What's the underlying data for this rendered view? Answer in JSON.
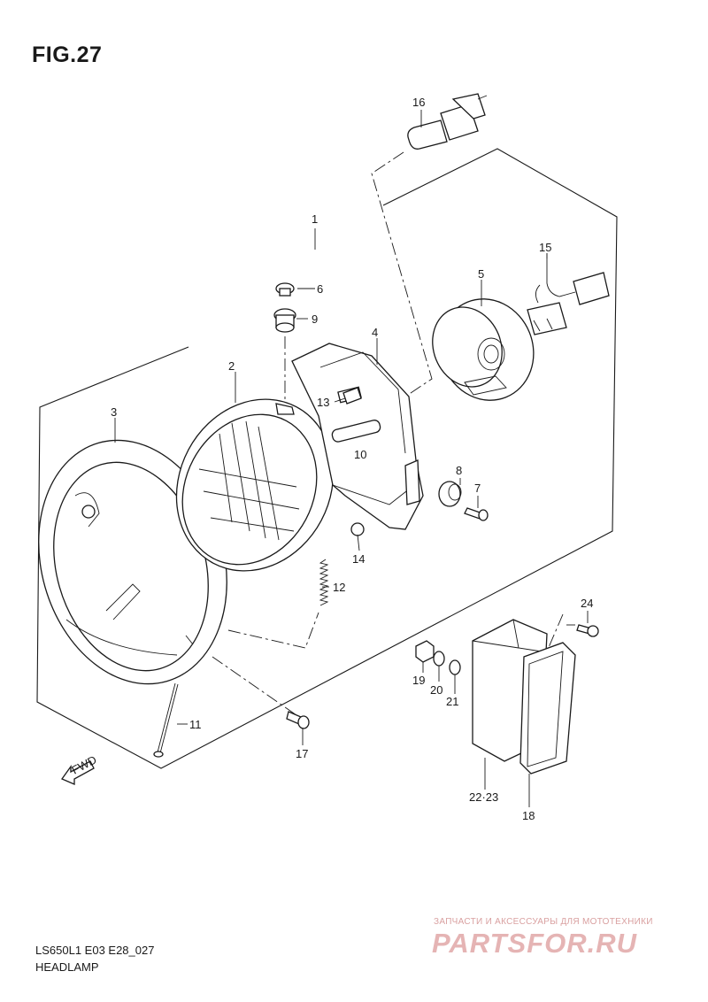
{
  "figure": {
    "title": "FIG.27",
    "model_code": "LS650L1 E03 E28_027",
    "assembly_name": "HEADLAMP",
    "fwd_label": "FWD"
  },
  "callouts": [
    "1",
    "2",
    "3",
    "4",
    "5",
    "6",
    "7",
    "8",
    "9",
    "10",
    "11",
    "12",
    "13",
    "14",
    "15",
    "16",
    "17",
    "18",
    "19",
    "20",
    "21",
    "22·23",
    "24"
  ],
  "watermark": {
    "line": "ЗАПЧАСТИ И АКСЕССУАРЫ ДЛЯ МОТОТЕХНИКИ",
    "logo": "PARTSFOR.RU"
  }
}
